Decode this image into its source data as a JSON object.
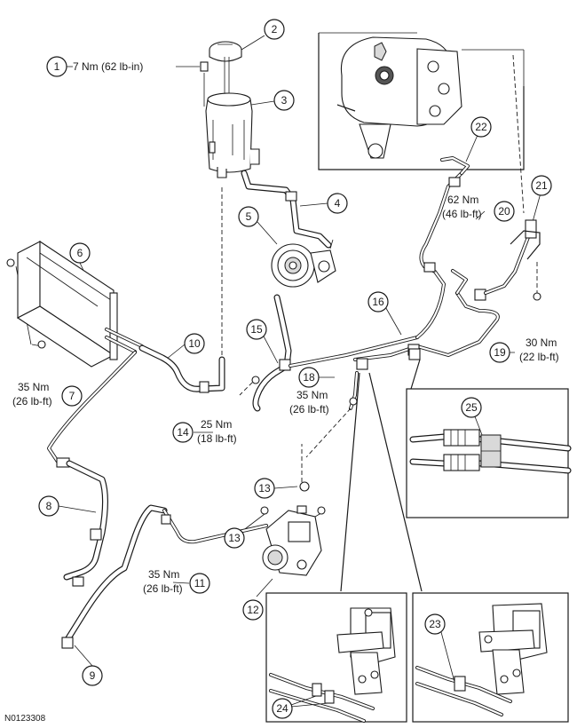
{
  "callouts": [
    "1",
    "2",
    "3",
    "4",
    "5",
    "6",
    "7",
    "8",
    "9",
    "10",
    "11",
    "12",
    "13",
    "14",
    "15",
    "16",
    "18",
    "19",
    "20",
    "21",
    "22",
    "23",
    "24",
    "25"
  ],
  "torques": {
    "t1": "7 Nm (62 lb-in)",
    "t7a": "35 Nm",
    "t7b": "(26 lb-ft)",
    "t11a": "35 Nm",
    "t11b": "(26 lb-ft)",
    "t14a": "25 Nm",
    "t14b": "(18 lb-ft)",
    "t18a": "35 Nm",
    "t18b": "(26 lb-ft)",
    "t19a": "30 Nm",
    "t19b": "(22 lb-ft)",
    "t20a": "62 Nm",
    "t20b": "(46 lb-ft)"
  },
  "reference": "N0123308"
}
